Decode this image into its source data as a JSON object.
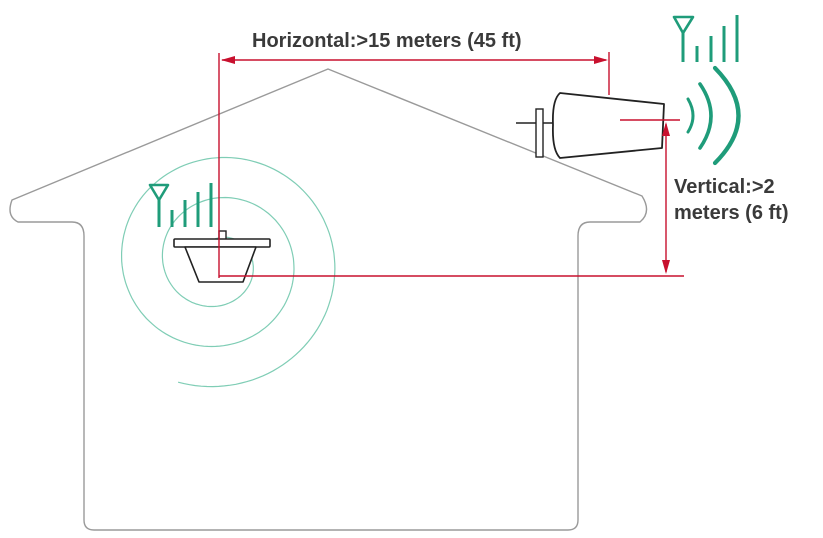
{
  "measurements": {
    "horizontal_label": "Horizontal:>15 meters (45 ft)",
    "vertical_line1": "Vertical:>2",
    "vertical_line2": "meters (6 ft)"
  },
  "colors": {
    "house_outline": "#9a9a9a",
    "dimension_line": "#c8102e",
    "signal_green": "#1f9c7a",
    "spiral_green": "#7fcdb5",
    "antenna_outline": "#222222",
    "text": "#3a3a3a"
  },
  "icons": [
    "indoor-signal-bars-icon",
    "outdoor-signal-bars-icon",
    "signal-wave-icon"
  ]
}
